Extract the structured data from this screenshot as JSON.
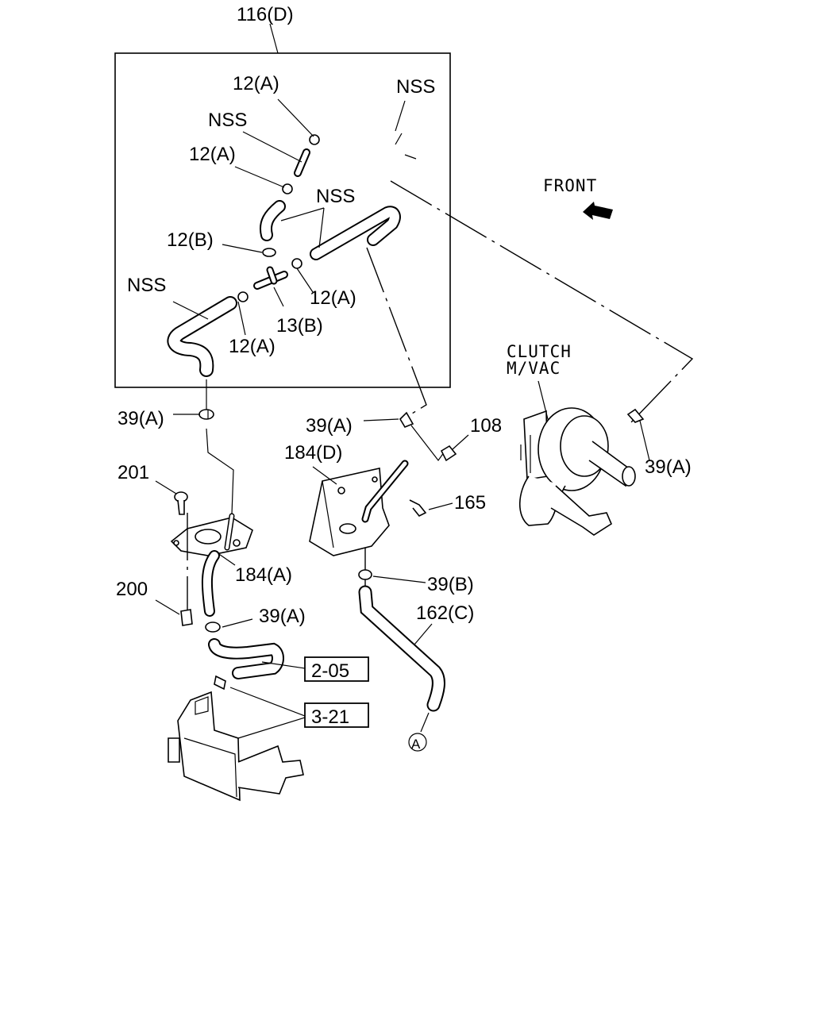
{
  "labels": {
    "hose_assembly": "116(D)",
    "nss_top_right": "NSS",
    "clamp_12a_top": "12(A)",
    "nss_mid_left": "NSS",
    "clamp_12a_second": "12(A)",
    "nss_center": "NSS",
    "clamp_12b": "12(B)",
    "clamp_12a_right": "12(A)",
    "nss_left": "NSS",
    "joint_13b": "13(B)",
    "clamp_12a_bottom": "12(A)",
    "clamp_39a_left": "39(A)",
    "clamp_39a_center": "39(A)",
    "connector_108": "108",
    "bracket_184d": "184(D)",
    "bolt_165": "165",
    "clamp_39a_right": "39(A)",
    "bolt_201": "201",
    "bracket_184a": "184(A)",
    "nut_200": "200",
    "clamp_39a_lower": "39(A)",
    "clamp_39b": "39(B)",
    "hose_162c": "162(C)",
    "ref_2_05": "2-05",
    "ref_3_21": "3-21",
    "connection_a": "A",
    "front_label": "FRONT",
    "clutch_line1": "CLUTCH",
    "clutch_line2": "M/VAC"
  }
}
